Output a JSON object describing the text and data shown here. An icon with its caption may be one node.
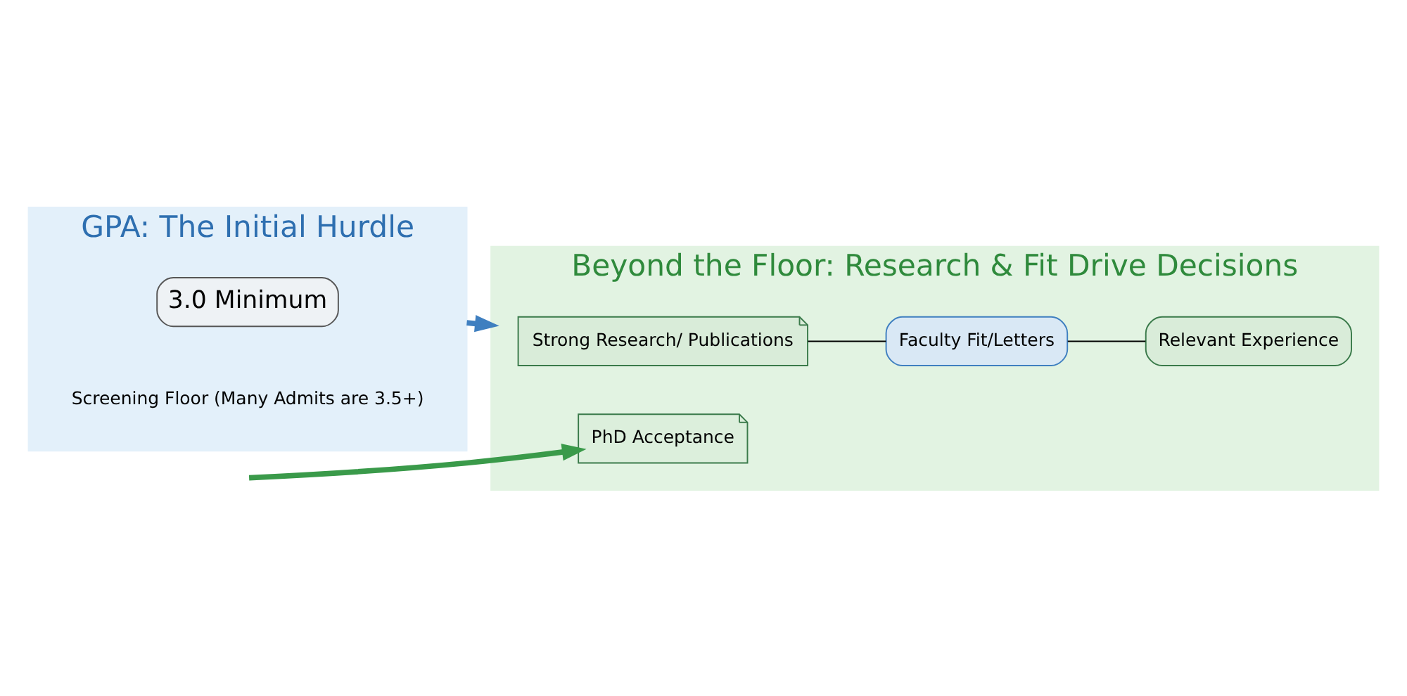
{
  "diagram": {
    "nodes": [
      {
        "text": [
          "GPA: The Initial Hurdle"
        ]
      },
      {
        "text": [
          "3.0 Minimum"
        ],
        "in": 0
      },
      {
        "text": [
          "Beyond the Floor: Research & Fit Drive Decisions"
        ]
      },
      {
        "text": [
          "Strong Research/ Publications"
        ],
        "in": 2
      },
      {
        "text": [
          "Faculty Fit/Letters"
        ],
        "in": 2
      },
      {
        "text": [
          "Relevant Experience"
        ],
        "in": 2
      },
      {
        "text": [
          "PhD Acceptance"
        ],
        "in": 2
      }
    ],
    "edges": [
      {
        "from": 0,
        "to": 2,
        "arrow": "to",
        "color": "#3f7fc0",
        "style": "thick"
      },
      {
        "from": 3,
        "to": 4,
        "arrow": "none"
      },
      {
        "from": 4,
        "to": 5,
        "arrow": "none"
      },
      {
        "from": null,
        "to": 6,
        "arrow": "to",
        "color": "#3a9a4a",
        "style": "thick"
      }
    ],
    "labels": [
      "Screening Floor (Many Admits are 3.5+)"
    ]
  }
}
